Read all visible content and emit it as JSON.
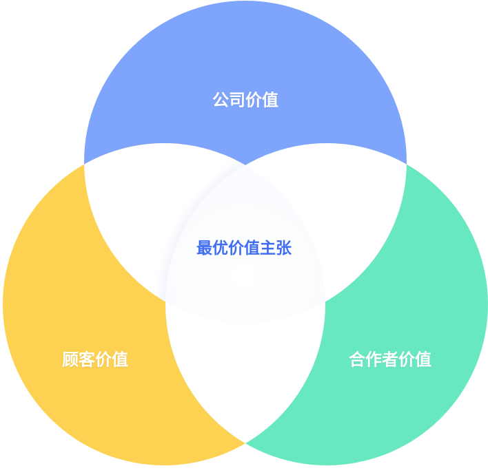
{
  "diagram": {
    "top_label": "公司价值",
    "left_label": "顾客价值",
    "right_label": "合作者价值",
    "center_label": "最优价值主张"
  },
  "colors": {
    "top_circle": "#7fa4fc",
    "left_circle": "#fdd151",
    "right_circle": "#68e8c1",
    "center_text": "#3f6ff0",
    "outer_text": "#ffffff"
  }
}
